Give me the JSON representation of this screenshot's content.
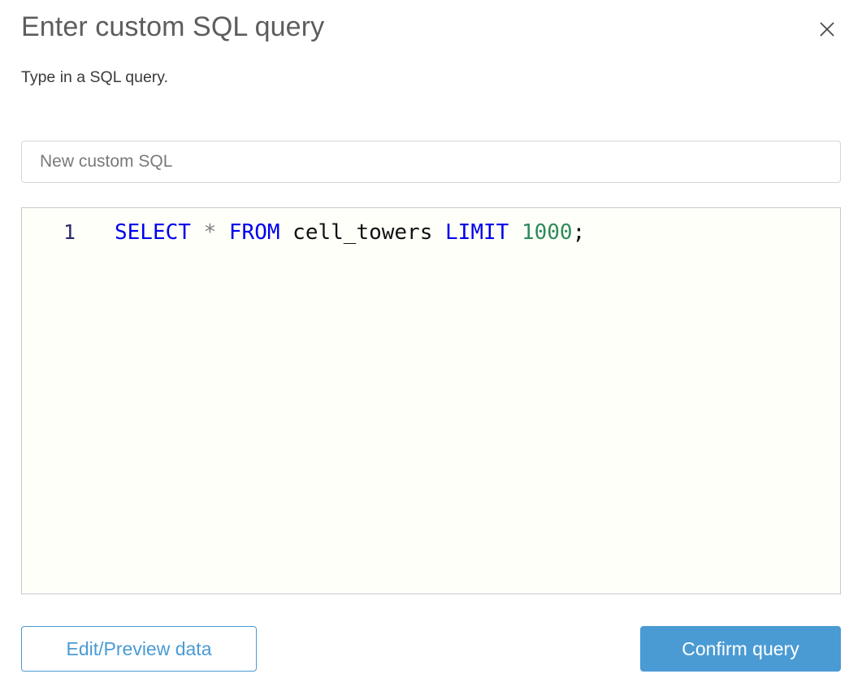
{
  "dialog": {
    "title": "Enter custom SQL query",
    "subtitle": "Type in a SQL query.",
    "close_icon": "close-icon"
  },
  "name_field": {
    "value": "",
    "placeholder": "New custom SQL"
  },
  "editor": {
    "line_number": "1",
    "tokens": [
      {
        "text": "SELECT",
        "type": "keyword"
      },
      {
        "text": " ",
        "type": "plain"
      },
      {
        "text": "*",
        "type": "operator"
      },
      {
        "text": " ",
        "type": "plain"
      },
      {
        "text": "FROM",
        "type": "keyword"
      },
      {
        "text": " ",
        "type": "plain"
      },
      {
        "text": "cell_towers",
        "type": "ident"
      },
      {
        "text": " ",
        "type": "plain"
      },
      {
        "text": "LIMIT",
        "type": "keyword"
      },
      {
        "text": " ",
        "type": "plain"
      },
      {
        "text": "1000",
        "type": "number"
      },
      {
        "text": ";",
        "type": "punct"
      }
    ],
    "full_text": "SELECT * FROM cell_towers LIMIT 1000;"
  },
  "footer": {
    "secondary_label": "Edit/Preview data",
    "primary_label": "Confirm query"
  },
  "colors": {
    "accent": "#4a9bd4",
    "title": "#5d5d5d",
    "subtitle": "#3b3b3b",
    "keyword": "#0000ee",
    "number": "#2e8b57",
    "operator": "#7e7e7e",
    "line_number": "#2a2a6a",
    "editor_background": "#fffffa",
    "border": "#d6d6d6"
  }
}
